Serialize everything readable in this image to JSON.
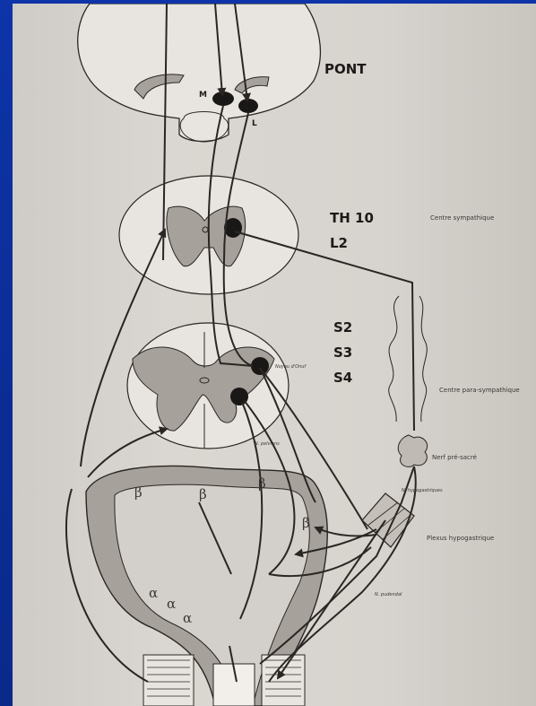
{
  "diagram": {
    "labels": {
      "pont": "PONT",
      "th10": "TH 10",
      "l2": "L2",
      "s2": "S2",
      "s3": "S3",
      "s4": "S4",
      "centre_sympathique": "Centre sympathique",
      "centre_para": "Centre para-sympathique",
      "nerf_presacre": "Nerf pré-sacré",
      "plexus": "Plexus hypogastrique",
      "n_hypogastriques": "N. hypogastriques",
      "n_pudendal": "N. pudendal",
      "n_pelviens": "N. pelviens",
      "noyau_onuf": "Noyau d'Onuf",
      "m": "M",
      "l": "L",
      "beta": "β",
      "alpha": "α"
    }
  },
  "colors": {
    "background": "#0b2f9e",
    "page": "#d7d3ce",
    "ink": "#2a2623",
    "gray_matter": "#a6a19b"
  }
}
